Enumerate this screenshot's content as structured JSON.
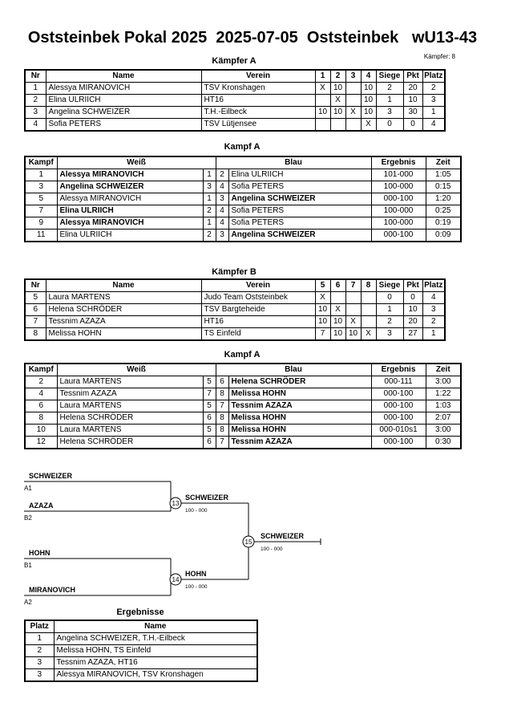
{
  "header": {
    "title": "Oststeinbek Pokal 2025  2025-07-05  Oststeinbek   wU13-43",
    "fighter_count": "Kämpfer: 8"
  },
  "pool_a": {
    "heading": "Kämpfer A",
    "headers": [
      "Nr",
      "Name",
      "Verein",
      "1",
      "2",
      "3",
      "4",
      "Siege",
      "Pkt",
      "Platz"
    ],
    "rows": [
      [
        "1",
        "Alessya MIRANOVICH",
        "TSV Kronshagen",
        "X",
        "10",
        "",
        "10",
        "2",
        "20",
        "2"
      ],
      [
        "2",
        "Elina ULRIICH",
        "HT16",
        "",
        "X",
        "",
        "10",
        "1",
        "10",
        "3"
      ],
      [
        "3",
        "Angelina SCHWEIZER",
        "T.H.-Eilbeck",
        "10",
        "10",
        "X",
        "10",
        "3",
        "30",
        "1"
      ],
      [
        "4",
        "Sofia PETERS",
        "TSV Lütjensee",
        "",
        "",
        "",
        "X",
        "0",
        "0",
        "4"
      ]
    ]
  },
  "fights_a": {
    "heading": "Kampf A",
    "headers": [
      "Kampf",
      "Weiß",
      "Blau",
      "Ergebnis",
      "Zeit"
    ],
    "rows": [
      [
        "1",
        "Alessya MIRANOVICH",
        "1",
        "2",
        "Elina ULRIICH",
        "101-000",
        "1:05"
      ],
      [
        "3",
        "Angelina SCHWEIZER",
        "3",
        "4",
        "Sofia PETERS",
        "100-000",
        "0:15"
      ],
      [
        "5",
        "Alessya MIRANOVICH",
        "1",
        "3",
        "Angelina SCHWEIZER",
        "000-100",
        "1:20"
      ],
      [
        "7",
        "Elina ULRIICH",
        "2",
        "4",
        "Sofia PETERS",
        "100-000",
        "0:25"
      ],
      [
        "9",
        "Alessya MIRANOVICH",
        "1",
        "4",
        "Sofia PETERS",
        "100-000",
        "0:19"
      ],
      [
        "11",
        "Elina ULRIICH",
        "2",
        "3",
        "Angelina SCHWEIZER",
        "000-100",
        "0:09"
      ]
    ]
  },
  "pool_b": {
    "heading": "Kämpfer B",
    "headers": [
      "Nr",
      "Name",
      "Verein",
      "5",
      "6",
      "7",
      "8",
      "Siege",
      "Pkt",
      "Platz"
    ],
    "rows": [
      [
        "5",
        "Laura MARTENS",
        "Judo Team Oststeinbek",
        "X",
        "",
        "",
        "",
        "0",
        "0",
        "4"
      ],
      [
        "6",
        "Helena SCHRÖDER",
        "TSV Bargteheide",
        "10",
        "X",
        "",
        "",
        "1",
        "10",
        "3"
      ],
      [
        "7",
        "Tessnim AZAZA",
        "HT16",
        "10",
        "10",
        "X",
        "",
        "2",
        "20",
        "2"
      ],
      [
        "8",
        "Melissa HOHN",
        "TS Einfeld",
        "7",
        "10",
        "10",
        "X",
        "3",
        "27",
        "1"
      ]
    ]
  },
  "fights_b": {
    "heading": "Kampf A",
    "headers": [
      "Kampf",
      "Weiß",
      "Blau",
      "Ergebnis",
      "Zeit"
    ],
    "rows": [
      [
        "2",
        "Laura MARTENS",
        "5",
        "6",
        "Helena SCHRÖDER",
        "000-111",
        "3:00"
      ],
      [
        "4",
        "Tessnim AZAZA",
        "7",
        "8",
        "Melissa HOHN",
        "000-100",
        "1:22"
      ],
      [
        "6",
        "Laura MARTENS",
        "5",
        "7",
        "Tessnim AZAZA",
        "000-100",
        "1:03"
      ],
      [
        "8",
        "Helena SCHRÖDER",
        "6",
        "8",
        "Melissa HOHN",
        "000-100",
        "2:07"
      ],
      [
        "10",
        "Laura MARTENS",
        "5",
        "8",
        "Melissa HOHN",
        "000-010s1",
        "3:00"
      ],
      [
        "12",
        "Helena SCHRÖDER",
        "6",
        "7",
        "Tessnim AZAZA",
        "000-100",
        "0:30"
      ]
    ]
  },
  "bracket": {
    "sf1_top": "SCHWEIZER",
    "sf1_top_seed": "A1",
    "sf1_bottom": "AZAZA",
    "sf1_bottom_seed": "B2",
    "sf1_nr": "13",
    "sf1_winner": "SCHWEIZER",
    "sf1_score": "100 - 000",
    "sf2_top": "HOHN",
    "sf2_top_seed": "B1",
    "sf2_bottom": "MIRANOVICH",
    "sf2_bottom_seed": "A2",
    "sf2_nr": "14",
    "sf2_winner": "HOHN",
    "sf2_score": "100 - 000",
    "final_nr": "15",
    "final_winner": "SCHWEIZER",
    "final_score": "100 - 000"
  },
  "results": {
    "heading": "Ergebnisse",
    "headers": [
      "Platz",
      "Name"
    ],
    "rows": [
      [
        "1",
        "Angelina SCHWEIZER, T.H.-Eilbeck"
      ],
      [
        "2",
        "Melissa HOHN, TS Einfeld"
      ],
      [
        "3",
        "Tessnim AZAZA, HT16"
      ],
      [
        "3",
        "Alessya MIRANOVICH, TSV Kronshagen"
      ]
    ]
  }
}
